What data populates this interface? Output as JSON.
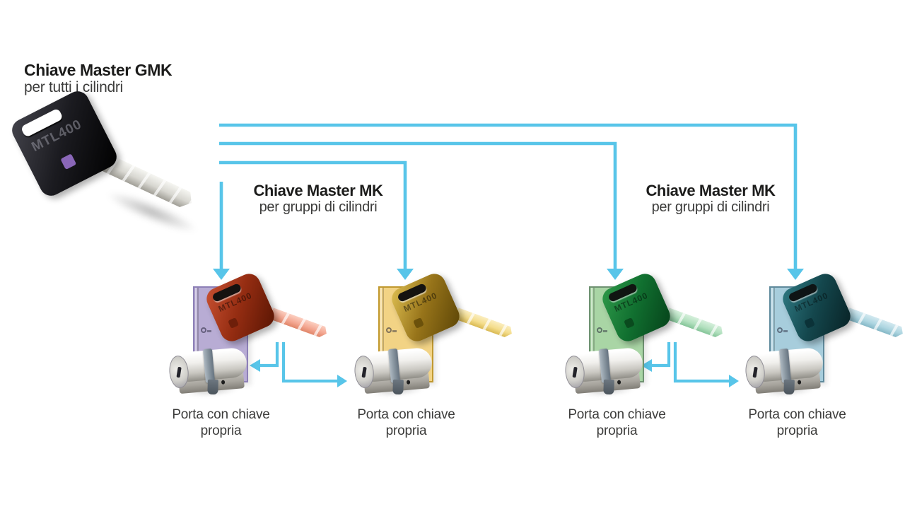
{
  "theme": {
    "accent": "#58c5e9",
    "text": "#1c1c1b",
    "text_soft": "#3c3c3b"
  },
  "header": {
    "title": "Chiave Master GMK",
    "subtitle": "per tutti i cilindri"
  },
  "labels": [
    {
      "title": "Chiave Master MK",
      "subtitle": "per gruppi di cilindri"
    },
    {
      "title": "Chiave Master MK",
      "subtitle": "per gruppi di cilindri"
    }
  ],
  "master_key": {
    "brand": "MTL400",
    "colors": {
      "head_light": "#44444c",
      "head": "#1b1b20",
      "head_dark": "#000000",
      "blade_light": "#f6f6f2",
      "blade": "#d8d7d1",
      "blade_dark": "#a09e96",
      "patch": "#8a67b8",
      "slot": "#ffffff",
      "slot_edge": "rgba(0,0,0,.8)",
      "brand_color": "rgba(150,150,160,.55)"
    }
  },
  "doors": [
    {
      "caption_line1": "Porta con chiave",
      "caption_line2": "propria",
      "brand": "MTL400",
      "colors": {
        "door": "#b8acd4",
        "door_border": "#8d80b7",
        "head_light": "#c95132",
        "head": "#952d12",
        "head_dark": "#591503",
        "blade_light": "#fcd0c2",
        "blade": "#f4a893",
        "blade_dark": "#e08568",
        "patch": "#6e1f0a",
        "slot": "#151210",
        "slot_edge": "rgba(255,255,255,.5)",
        "brand_color": "rgba(0,0,0,.45)"
      }
    },
    {
      "caption_line1": "Porta con chiave",
      "caption_line2": "propria",
      "brand": "MTL400",
      "colors": {
        "door": "#f2d385",
        "door_border": "#c1992f",
        "head_light": "#dfc052",
        "head": "#97741a",
        "head_dark": "#5c4506",
        "blade_light": "#fbeec0",
        "blade": "#f4dd8c",
        "blade_dark": "#d9b952",
        "patch": "#6b510b",
        "slot": "#151310",
        "slot_edge": "rgba(255,255,255,.55)",
        "brand_color": "rgba(0,0,0,.45)"
      }
    },
    {
      "caption_line1": "Porta con chiave",
      "caption_line2": "propria",
      "brand": "MTL400",
      "colors": {
        "door": "#a9d5a5",
        "door_border": "#6f9272",
        "head_light": "#2f9a4a",
        "head": "#117030",
        "head_dark": "#06421a",
        "blade_light": "#d6f0dc",
        "blade": "#b2e0be",
        "blade_dark": "#84c498",
        "patch": "#0a4a1e",
        "slot": "#101511",
        "slot_edge": "rgba(255,255,255,.5)",
        "brand_color": "rgba(0,0,0,.45)"
      }
    },
    {
      "caption_line1": "Porta con chiave",
      "caption_line2": "propria",
      "brand": "MTL400",
      "colors": {
        "door": "#a7cddc",
        "door_border": "#5f8a9c",
        "head_light": "#2f7a83",
        "head": "#14474d",
        "head_dark": "#082225",
        "blade_light": "#d3e9f0",
        "blade": "#aed6e1",
        "blade_dark": "#84b7c6",
        "patch": "#0b3238",
        "slot": "#0e1415",
        "slot_edge": "rgba(255,255,255,.5)",
        "brand_color": "rgba(0,0,0,.4)"
      }
    }
  ]
}
